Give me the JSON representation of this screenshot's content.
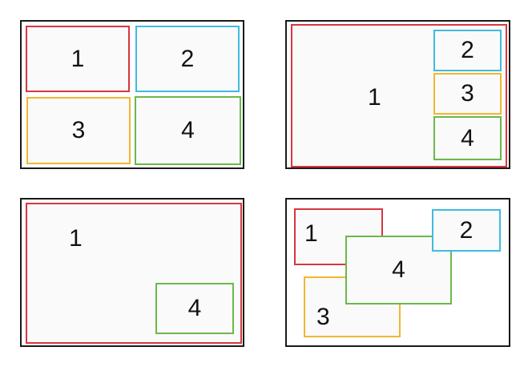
{
  "colors": {
    "red": "#d9363e",
    "cyan": "#3fbbe0",
    "yellow": "#f0b731",
    "green": "#6bb84a",
    "frame": "#1a1a1a"
  },
  "layouts": [
    {
      "name": "grid",
      "windows": [
        {
          "label": "1",
          "color": "red"
        },
        {
          "label": "2",
          "color": "cyan"
        },
        {
          "label": "3",
          "color": "yellow"
        },
        {
          "label": "4",
          "color": "green"
        }
      ]
    },
    {
      "name": "main-with-stack",
      "windows": [
        {
          "label": "1",
          "color": "red"
        },
        {
          "label": "2",
          "color": "cyan"
        },
        {
          "label": "3",
          "color": "yellow"
        },
        {
          "label": "4",
          "color": "green"
        }
      ]
    },
    {
      "name": "main-with-inset",
      "windows": [
        {
          "label": "1",
          "color": "red"
        },
        {
          "label": "4",
          "color": "green"
        }
      ]
    },
    {
      "name": "floating-overlap",
      "windows": [
        {
          "label": "1",
          "color": "red"
        },
        {
          "label": "3",
          "color": "yellow"
        },
        {
          "label": "4",
          "color": "green"
        },
        {
          "label": "2",
          "color": "cyan"
        }
      ]
    }
  ]
}
